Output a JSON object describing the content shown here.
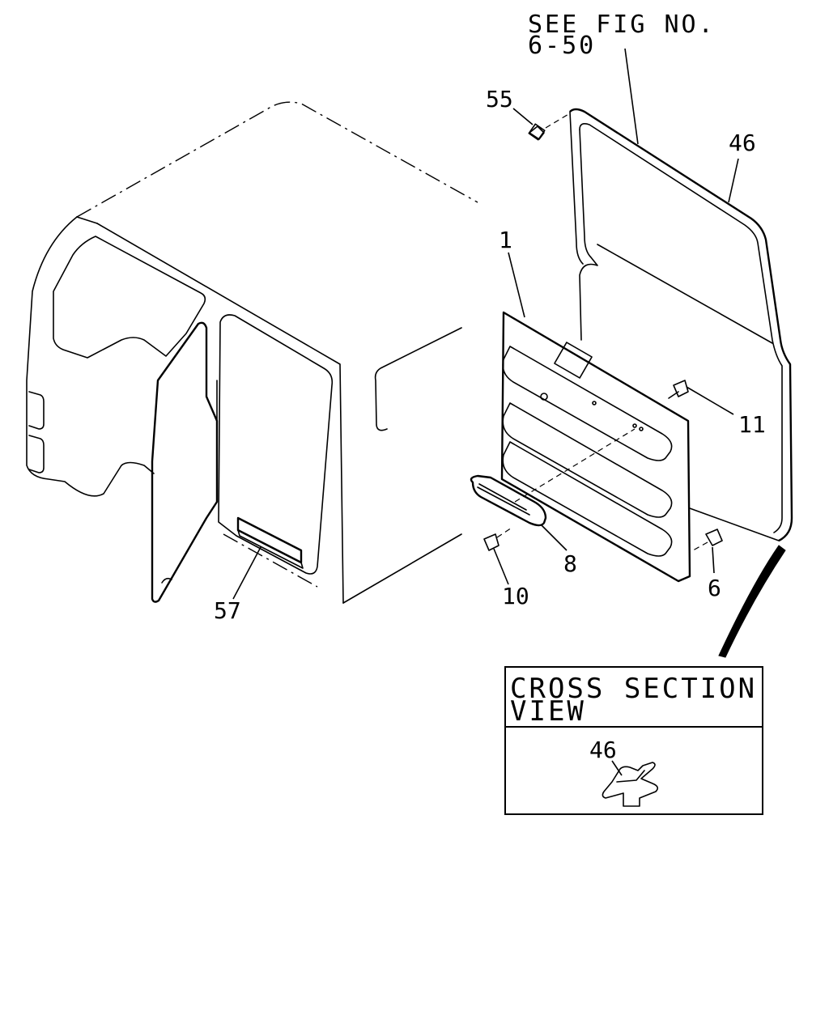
{
  "reference": {
    "line1": "SEE FIG NO.",
    "line2": "6-50"
  },
  "cross_section": {
    "title_line1": "CROSS SECTION",
    "title_line2": "VIEW",
    "part_label": "46"
  },
  "parts": {
    "p1": "1",
    "p6": "6",
    "p8": "8",
    "p10": "10",
    "p11": "11",
    "p46": "46",
    "p55": "55",
    "p57": "57"
  }
}
